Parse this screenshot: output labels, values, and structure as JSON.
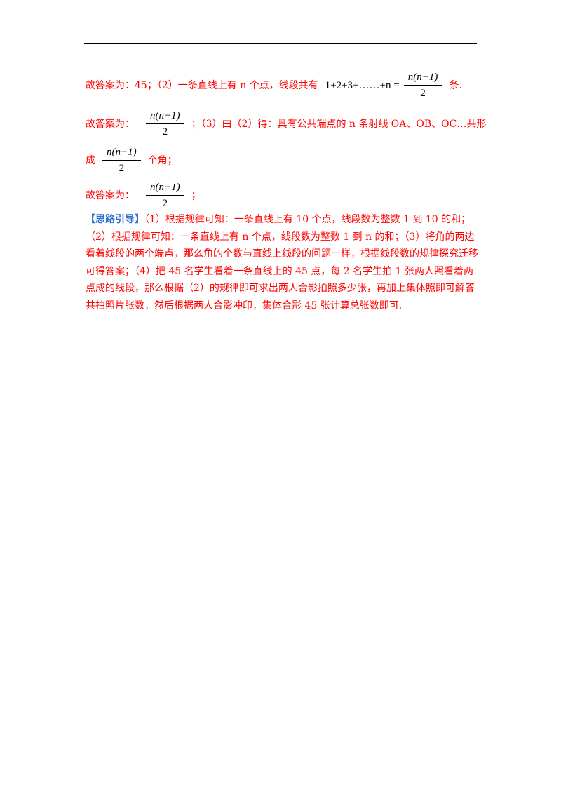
{
  "line1": {
    "part1": "故答案为：45；（2）一条直线上有 n 个点，线段共有",
    "sum_expr": "1+2+3+……+n =",
    "frac_num": "n(n−1)",
    "frac_den": "2",
    "part2": "条."
  },
  "line2": {
    "prefix": "故答案为：",
    "frac_num": "n(n−1)",
    "frac_den": "2",
    "suffix": "；（3）由（2）得：具有公共端点的 n 条射线 OA、OB、OC…共形"
  },
  "line3": {
    "prefix": "成",
    "frac_num": "n(n−1)",
    "frac_den": "2",
    "suffix": "个角；"
  },
  "line4": {
    "prefix": "故答案为：",
    "frac_num": "n(n−1)",
    "frac_den": "2",
    "suffix": "；"
  },
  "hint": {
    "label": "【思路引导】",
    "body": "（1）根据规律可知：一条直线上有 10 个点，线段数为整数 1 到 10 的和；（2）根据规律可知：一条直线上有 n 个点，线段数为整数 1 到 n 的和；（3）将角的两边看着线段的两个端点，那么角的个数与直线上线段的问题一样，根据线段数的规律探究迁移可得答案；（4）把 45 名学生看着一条直线上的 45 点，每 2 名学生拍 1 张两人照看着两点成的线段，那么根据（2）的规律即可求出两人合影拍照多少张，再加上集体照即可解答共拍照片张数，然后根据两人合影冲印，集体合影 45 张计算总张数即可."
  },
  "colors": {
    "answer_text": "#ff0000",
    "hint_label": "#2f6fd0",
    "math": "#000000"
  }
}
